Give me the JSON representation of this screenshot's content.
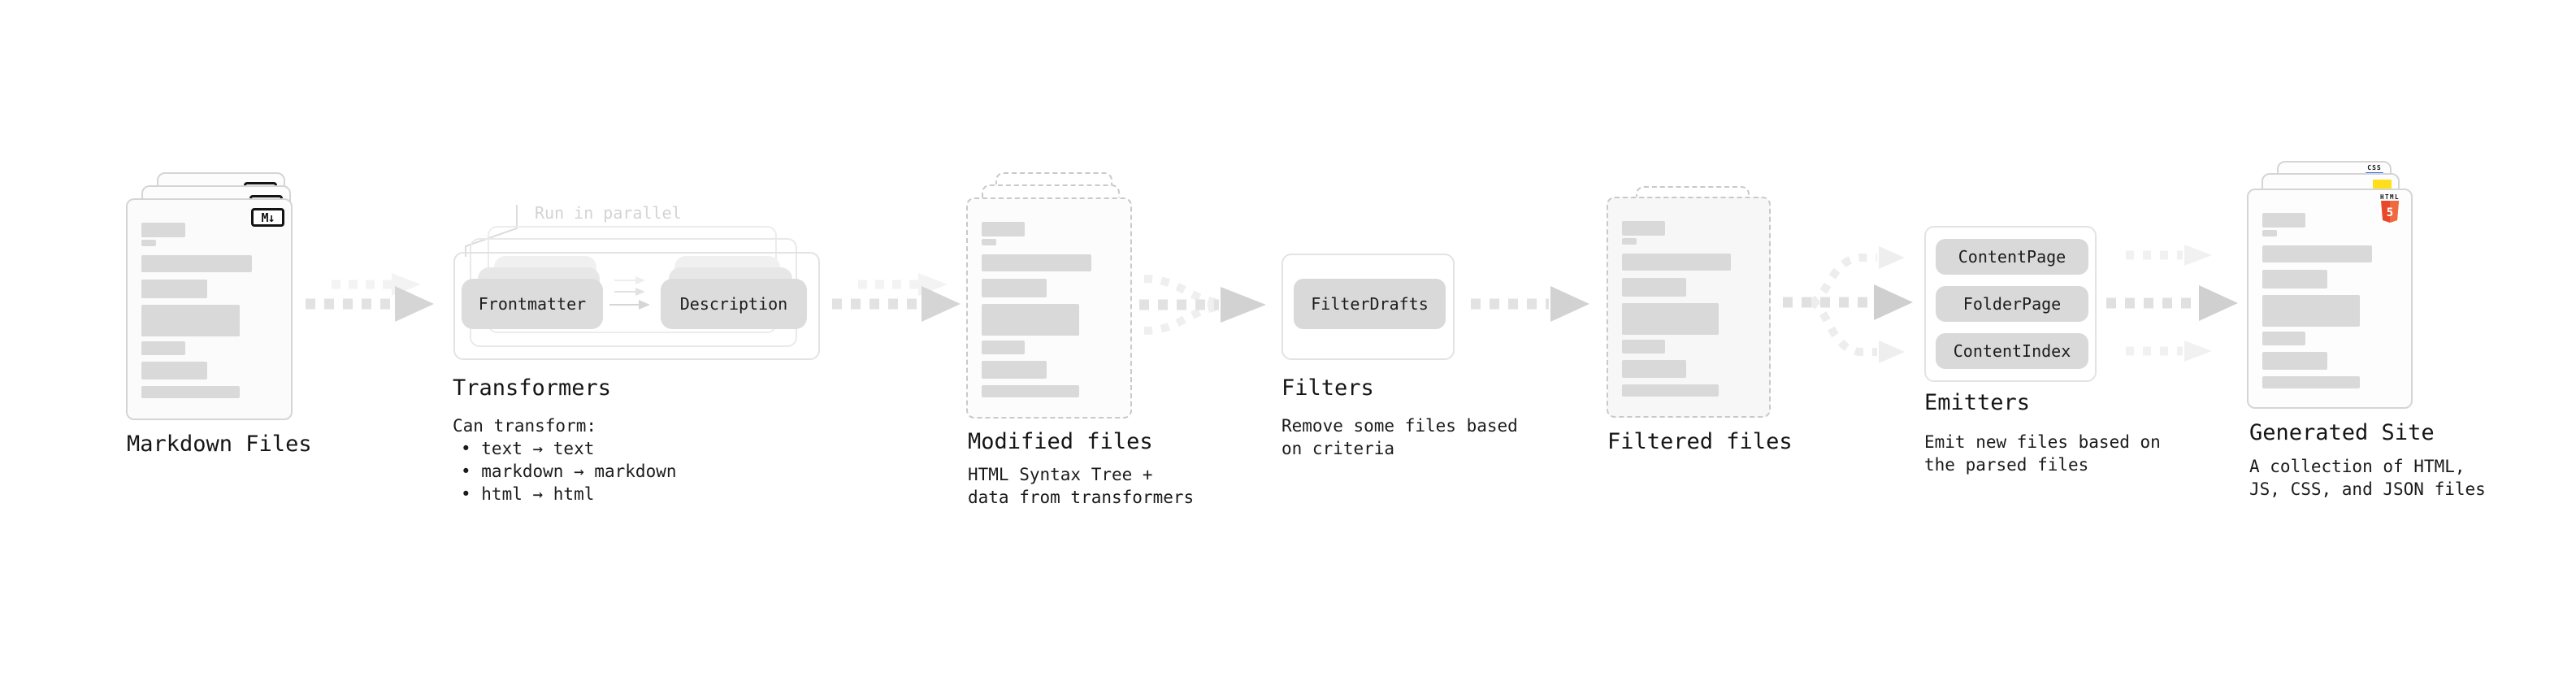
{
  "stages": {
    "markdown": {
      "label": "Markdown Files",
      "badge": "M↓"
    },
    "transformers": {
      "annotation": "Run in parallel",
      "pill_left": "Frontmatter",
      "pill_right": "Description",
      "label": "Transformers",
      "desc_title": "Can transform:",
      "bullets": [
        "• text → text",
        "• markdown → markdown",
        "• html → html"
      ]
    },
    "modified": {
      "label": "Modified files",
      "desc": "HTML Syntax Tree +\ndata from transformers"
    },
    "filters": {
      "pill": "FilterDrafts",
      "label": "Filters",
      "desc": "Remove some files based\non criteria"
    },
    "filtered": {
      "label": "Filtered files"
    },
    "emitters": {
      "pills": [
        "ContentPage",
        "FolderPage",
        "ContentIndex"
      ],
      "label": "Emitters",
      "desc": "Emit new files based on\nthe parsed files"
    },
    "generated": {
      "label": "Generated Site",
      "desc": "A collection of HTML,\nJS, CSS, and JSON files",
      "badge_css": "CSS",
      "badge_html": "HTML",
      "badge_html_number": "5"
    }
  },
  "colors": {
    "html5_orange": "#e8492b",
    "js_yellow": "#ffdf1c",
    "css_blue": "#2d6ae3",
    "skeleton_bar": "#d9d9d9",
    "text": "#171717",
    "muted_annotation": "#d3d3d3"
  }
}
